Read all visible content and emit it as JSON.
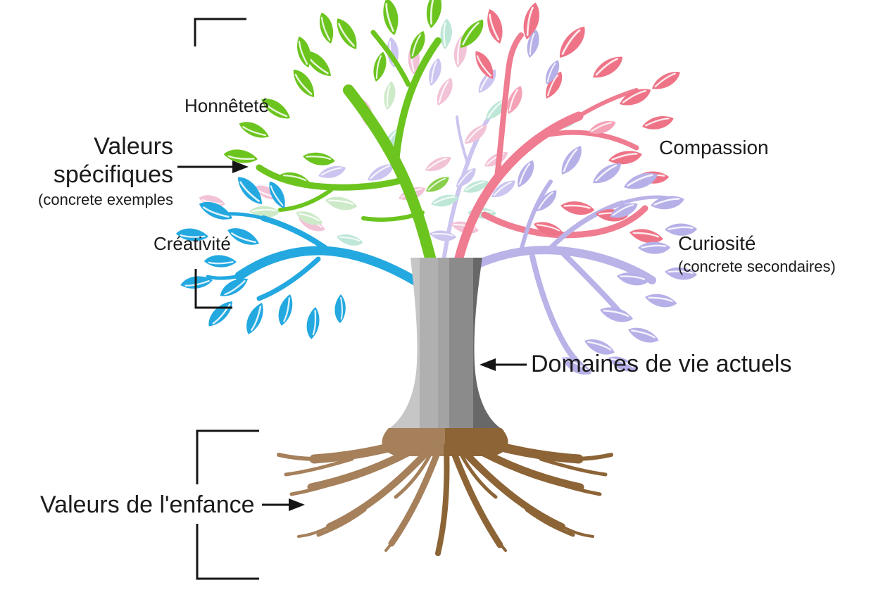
{
  "annotations": {
    "honnetete": "Honnêteté",
    "valeurs_specifiques": {
      "line1": "Valeurs",
      "line2": "spécifiques",
      "sub": "(concrete exemples"
    },
    "compassion": "Compassion",
    "creativite": "Créativité",
    "curiosite": {
      "label": "Curiosité",
      "sub": "(concrete secondaires)"
    },
    "domaines": "Domaines de vie actuels",
    "enfance": "Valeurs de l'enfance"
  },
  "palette": {
    "background": "#ffffff",
    "text": "#1b1b1b",
    "branch_green": "#6cc41f",
    "branch_blue": "#23a8e0",
    "branch_pink": "#ef7c90",
    "branch_lavender": "#b9b3e8",
    "leaf_pale_pink": "#f2c3d7",
    "leaf_pale_lavender": "#cbc5f0",
    "leaf_pale_mint": "#bfe7d8",
    "leaf_pale_green": "#cdeac8",
    "leaf_light_pink": "#f4a2b6",
    "trunk_grays": [
      "#c6c6c6",
      "#b0b0b0",
      "#a3a3a3",
      "#8b8b8b",
      "#686868"
    ],
    "roots_left": "#a5805b",
    "roots_right": "#8c6436"
  }
}
